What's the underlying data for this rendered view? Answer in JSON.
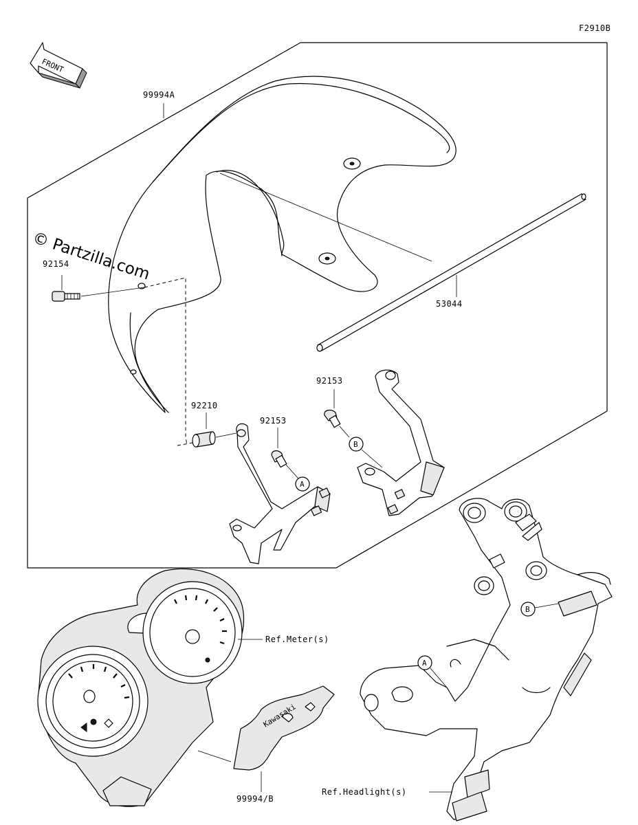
{
  "diagram_code": "F2910B",
  "front_label": "FRONT",
  "watermark": "© Partzilla.com",
  "parts": {
    "windshield": "99994A",
    "rod": "53044",
    "bolt": "92154",
    "collar": "92210",
    "screw_a": "92153",
    "screw_b": "92153",
    "emblem": "99994/B"
  },
  "references": {
    "meter": "Ref.Meter(s)",
    "headlight": "Ref.Headlight(s)"
  },
  "callouts": {
    "a_kit": "A",
    "b_kit": "B",
    "a_ref": "A",
    "b_ref": "B"
  },
  "emblem_text": "Kawasaki"
}
